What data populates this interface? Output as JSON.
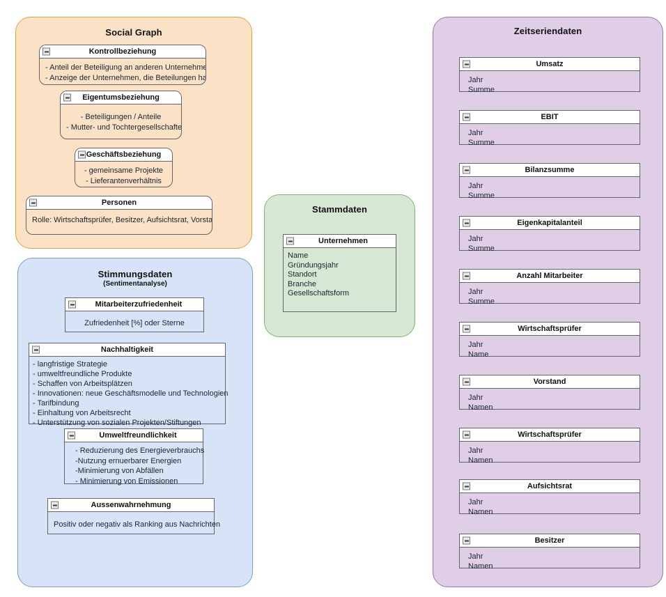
{
  "groups": [
    {
      "name": "social-graph",
      "title": "Social Graph",
      "subtitle": "",
      "color_fill": "#FBE2C6",
      "color_border": "#E0A33C",
      "cards": [
        {
          "name": "kontrollbeziehung",
          "title": "Kontrollbeziehung",
          "icon": "collapse-icon",
          "align": "center",
          "lines": [
            "- Anteil der Beteiligung an anderen Unternehmen",
            "- Anzeige der Unternehmen, die Beteilungen haben"
          ]
        },
        {
          "name": "eigentumsbeziehung",
          "title": "Eigentumsbeziehung",
          "icon": "collapse-icon",
          "align": "center",
          "lines": [
            "- Beteiligungen / Anteile",
            "- Mutter- und Tochtergesellschaften"
          ]
        },
        {
          "name": "geschaeftsbeziehung",
          "title": "Geschäftsbeziehung",
          "icon": "collapse-icon",
          "align": "center",
          "lines": [
            "- gemeinsame Projekte",
            "- Lieferantenverhältnis"
          ]
        },
        {
          "name": "personen",
          "title": "Personen",
          "icon": "collapse-icon",
          "align": "left",
          "lines": [
            "Rolle: Wirtschaftsprüfer, Besitzer, Aufsichtsrat, Vorstand"
          ]
        }
      ]
    },
    {
      "name": "stimmungsdaten",
      "title": "Stimmungsdaten",
      "subtitle": "(Sentimentanalyse)",
      "color_fill": "#D7E4F7",
      "color_border": "#7D9BD1",
      "cards": [
        {
          "name": "mitarbeiterzufriedenheit",
          "title": "Mitarbeiterzufriedenheit",
          "icon": "collapse-icon",
          "align": "center",
          "lines": [
            "Zufriedenheit [%] oder Sterne"
          ]
        },
        {
          "name": "nachhaltigkeit",
          "title": "Nachhaltigkeit",
          "icon": "collapse-icon",
          "align": "left",
          "lines": [
            "- langfristige Strategie",
            "- umweltfreundliche Produkte",
            "- Schaffen von Arbeitsplätzen",
            "- Innovationen: neue Geschäftsmodelle und Technologien",
            "- Tarifbindung",
            "- Einhaltung von Arbeitsrecht",
            "- Unterstützung von sozialen Projekten/Stiftungen"
          ]
        },
        {
          "name": "umweltfreundlichkeit",
          "title": "Umweltfreundlichkeit",
          "icon": "collapse-icon",
          "align": "left",
          "lines": [
            "- Reduzierung des Energieverbrauchs",
            "-Nutzung ernuerbarer Energien",
            "-Minimierung von Abfällen",
            "- Minimierung von Emissionen"
          ]
        },
        {
          "name": "aussenwahrnehmung",
          "title": "Aussenwahrnehmung",
          "icon": "collapse-icon",
          "align": "center",
          "lines": [
            "Positiv oder negativ als Ranking aus Nachrichten"
          ]
        }
      ]
    },
    {
      "name": "stammdaten",
      "title": "Stammdaten",
      "subtitle": "",
      "color_fill": "#D6E8D4",
      "color_border": "#84B368",
      "cards": [
        {
          "name": "unternehmen",
          "title": "Unternehmen",
          "icon": "collapse-icon",
          "align": "left",
          "lines": [
            "Name",
            "Gründungsjahr",
            "Standort",
            "Branche",
            "Gesellschaftsform"
          ]
        }
      ]
    },
    {
      "name": "zeitseriendaten",
      "title": "Zeitseriendaten",
      "subtitle": "",
      "color_fill": "#E0CEE6",
      "color_border": "#9B77AB",
      "cards": [
        {
          "name": "umsatz",
          "title": "Umsatz",
          "icon": "collapse-icon",
          "align": "left",
          "lines": [
            "Jahr",
            "Summe"
          ]
        },
        {
          "name": "ebit",
          "title": "EBIT",
          "icon": "collapse-icon",
          "align": "left",
          "lines": [
            "Jahr",
            "Summe"
          ]
        },
        {
          "name": "bilanzsumme",
          "title": "Bilanzsumme",
          "icon": "collapse-icon",
          "align": "left",
          "lines": [
            "Jahr",
            "Summe"
          ]
        },
        {
          "name": "eigenkapitalanteil",
          "title": "Eigenkapitalanteil",
          "icon": "collapse-icon",
          "align": "left",
          "lines": [
            "Jahr",
            "Summe"
          ]
        },
        {
          "name": "anzahl-mitarbeiter",
          "title": "Anzahl Mitarbeiter",
          "icon": "collapse-icon",
          "align": "left",
          "lines": [
            "Jahr",
            "Summe"
          ]
        },
        {
          "name": "wirtschaftspruefer-1",
          "title": "Wirtschaftsprüfer",
          "icon": "collapse-icon",
          "align": "left",
          "lines": [
            "Jahr",
            "Name"
          ]
        },
        {
          "name": "vorstand",
          "title": "Vorstand",
          "icon": "collapse-icon",
          "align": "left",
          "lines": [
            "Jahr",
            "Namen"
          ]
        },
        {
          "name": "wirtschaftspruefer-2",
          "title": "Wirtschaftsprüfer",
          "icon": "collapse-icon",
          "align": "left",
          "lines": [
            "Jahr",
            "Namen"
          ]
        },
        {
          "name": "aufsichtsrat",
          "title": "Aufsichtsrat",
          "icon": "collapse-icon",
          "align": "left",
          "lines": [
            "Jahr",
            "Namen"
          ]
        },
        {
          "name": "besitzer",
          "title": "Besitzer",
          "icon": "collapse-icon",
          "align": "left",
          "lines": [
            "Jahr",
            "Namen"
          ]
        }
      ]
    }
  ]
}
